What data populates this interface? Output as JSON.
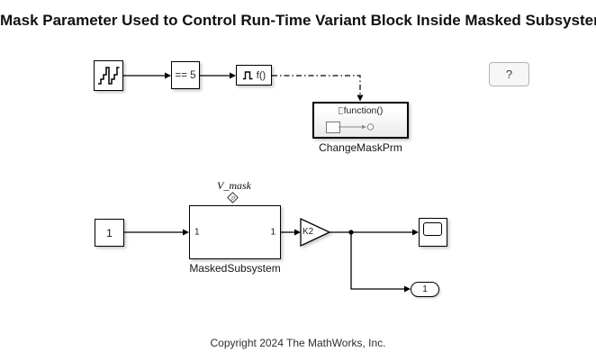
{
  "title": "Mask Parameter Used to Control Run-Time Variant Block Inside Masked Subsystem",
  "help_button_label": "?",
  "top_row": {
    "compare_label": "== 5",
    "fcn_label": "f()"
  },
  "change_mask_prm": {
    "header": "function()",
    "label": "ChangeMaskPrm"
  },
  "bottom_row": {
    "constant_value": "1",
    "subsystem": {
      "label": "MaskedSubsystem",
      "in_port": "1",
      "out_port": "1",
      "param_name": "V_mask",
      "param_port": "p"
    },
    "gain_label": "K2",
    "outport_value": "1"
  },
  "copyright": "Copyright 2024 The MathWorks, Inc.",
  "colors": {
    "background": "#ffffff",
    "line": "#000000",
    "block_fill": "#ffffff",
    "subsystem_fill_gradient_top": "#ffffff",
    "subsystem_fill_gradient_bottom": "#e9e9e9",
    "help_button_fill": "#f6f6f6",
    "help_button_border": "#b3b3b3"
  }
}
